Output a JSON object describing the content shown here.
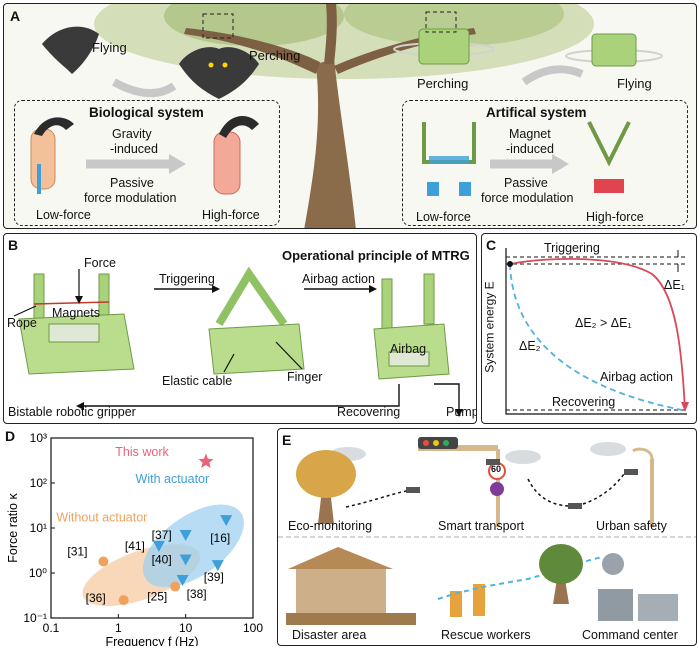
{
  "panelA": {
    "label": "A",
    "flying_left": "Flying",
    "perching_left": "Perching",
    "perching_right": "Perching",
    "flying_right": "Flying",
    "bio": {
      "title": "Biological system",
      "mech_line1": "Gravity",
      "mech_line2": "-induced",
      "passive_line1": "Passive",
      "passive_line2": "force modulation",
      "low": "Low-force",
      "high": "High-force"
    },
    "art": {
      "title": "Artifical system",
      "mech_line1": "Magnet",
      "mech_line2": "-induced",
      "passive_line1": "Passive",
      "passive_line2": "force modulation",
      "low": "Low-force",
      "high": "High-force"
    }
  },
  "panelB": {
    "label": "B",
    "title": "Operational principle of MTRG",
    "force": "Force",
    "triggering": "Triggering",
    "airbag_action": "Airbag action",
    "rope": "Rope",
    "magnets": "Magnets",
    "elastic_cable": "Elastic cable",
    "finger": "Finger",
    "airbag": "Airbag",
    "pump": "Pump",
    "recovering": "Recovering",
    "bottom": "Bistable robotic gripper"
  },
  "panelC": {
    "label": "C",
    "ylabel": "System energy E",
    "triggering": "Triggering",
    "de1": "ΔE₁",
    "de2": "ΔE₂",
    "relation": "ΔE₂ > ΔE₁",
    "airbag_action": "Airbag action",
    "recovering": "Recovering",
    "colors": {
      "solid": "#d84a5a",
      "dashed": "#4fb3e0"
    }
  },
  "panelD": {
    "label": "D",
    "chart_data": {
      "type": "scatter",
      "xlabel": "Frequency f (Hz)",
      "ylabel": "Force ratio κ",
      "xscale": "log",
      "yscale": "log",
      "xlim": [
        0.1,
        100
      ],
      "ylim": [
        0.1,
        1000
      ],
      "xticks": [
        "0.1",
        "1",
        "10",
        "100"
      ],
      "yticks": [
        "10⁻¹",
        "10⁰",
        "10¹",
        "10²",
        "10³"
      ],
      "annotations": [
        "This work",
        "With actuator",
        "Without actuator"
      ],
      "series": [
        {
          "name": "This work",
          "marker": "star",
          "color": "#e8647a",
          "points": [
            {
              "x": 20,
              "y": 300,
              "label": ""
            }
          ]
        },
        {
          "name": "With actuator",
          "marker": "triangle-down",
          "color": "#3f9fd8",
          "points": [
            {
              "x": 10,
              "y": 7,
              "label": "[37]"
            },
            {
              "x": 40,
              "y": 15,
              "label": "[16]"
            },
            {
              "x": 4,
              "y": 4,
              "label": "[41]"
            },
            {
              "x": 10,
              "y": 2,
              "label": "[40]"
            },
            {
              "x": 30,
              "y": 1.5,
              "label": "[39]"
            },
            {
              "x": 9,
              "y": 0.7,
              "label": "[38]"
            }
          ]
        },
        {
          "name": "Without actuator",
          "marker": "circle",
          "color": "#f0a25c",
          "points": [
            {
              "x": 0.6,
              "y": 1.8,
              "label": "[31]"
            },
            {
              "x": 1.2,
              "y": 0.25,
              "label": "[36]"
            },
            {
              "x": 7,
              "y": 0.5,
              "label": "[25]"
            }
          ]
        }
      ]
    }
  },
  "panelE": {
    "label": "E",
    "eco": "Eco-monitoring",
    "smart": "Smart transport",
    "urban": "Urban safety",
    "disaster": "Disaster area",
    "rescue": "Rescue workers",
    "command": "Command center",
    "speed_sign": "60"
  }
}
